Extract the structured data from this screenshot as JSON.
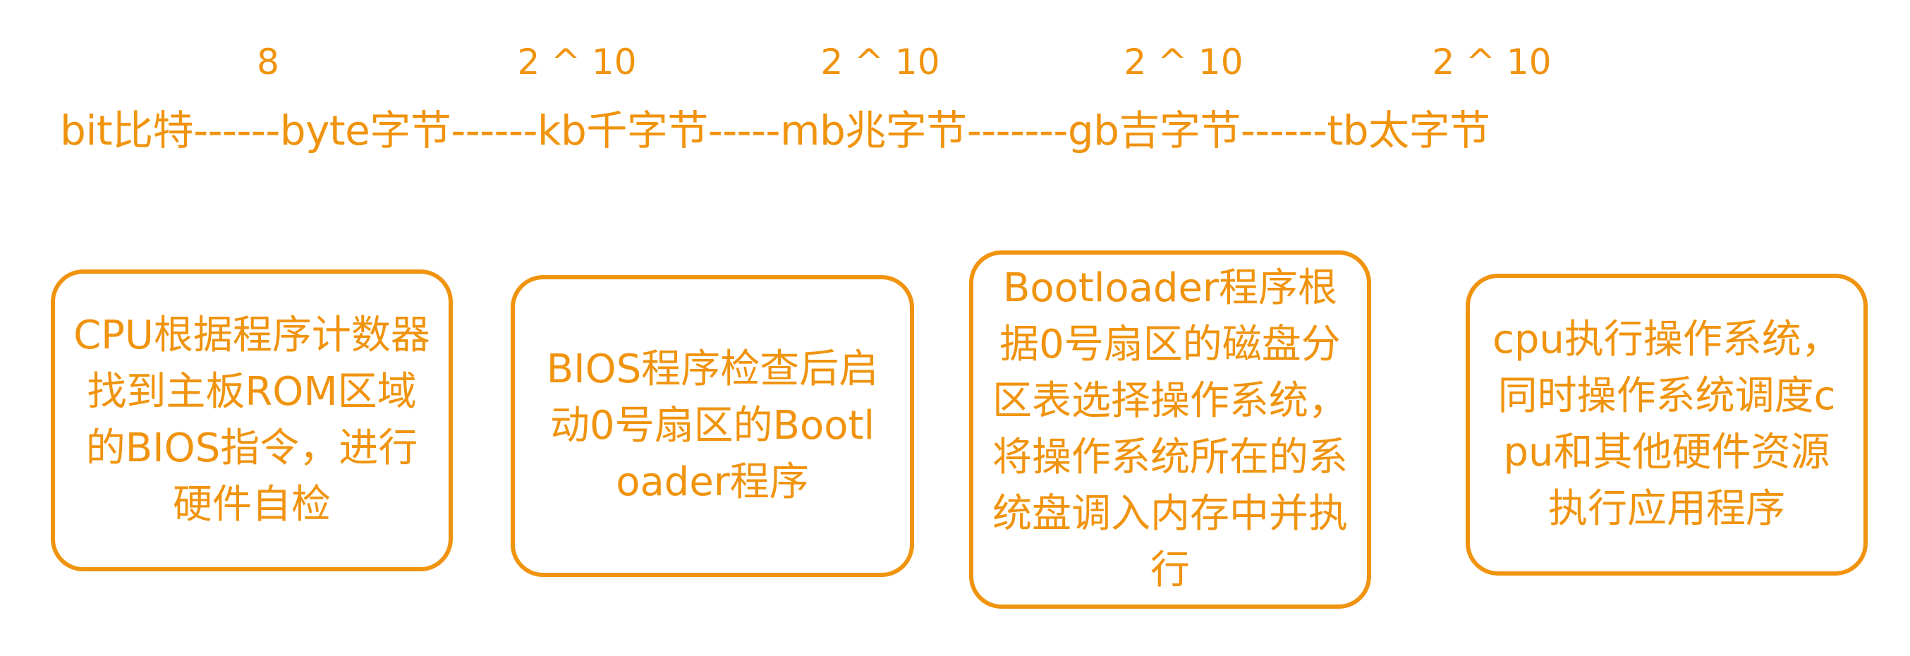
{
  "diagram": {
    "accent_color": "#f0930e",
    "multipliers": [
      "8",
      "2 ^ 10",
      "2 ^ 10",
      "2 ^ 10",
      "2 ^ 10"
    ],
    "units": [
      {
        "label": "bit比特"
      },
      {
        "connector": "------"
      },
      {
        "label": "byte字节"
      },
      {
        "connector": "------"
      },
      {
        "label": "kb千字节"
      },
      {
        "connector": "-----"
      },
      {
        "label": "mb兆字节"
      },
      {
        "connector": "-------"
      },
      {
        "label": "gb吉字节"
      },
      {
        "connector": "------"
      },
      {
        "label": "tb太字节"
      }
    ],
    "boot_steps": [
      {
        "text": "CPU根据程序计数器找到主板ROM区域的BIOS指令，进行硬件自检"
      },
      {
        "text": "BIOS程序检查后启动0号扇区的Bootloader程序"
      },
      {
        "text": "Bootloader程序根据0号扇区的磁盘分区表选择操作系统，将操作系统所在的系统盘调入内存中并执行"
      },
      {
        "text": "cpu执行操作系统，同时操作系统调度cpu和其他硬件资源执行应用程序"
      }
    ]
  }
}
